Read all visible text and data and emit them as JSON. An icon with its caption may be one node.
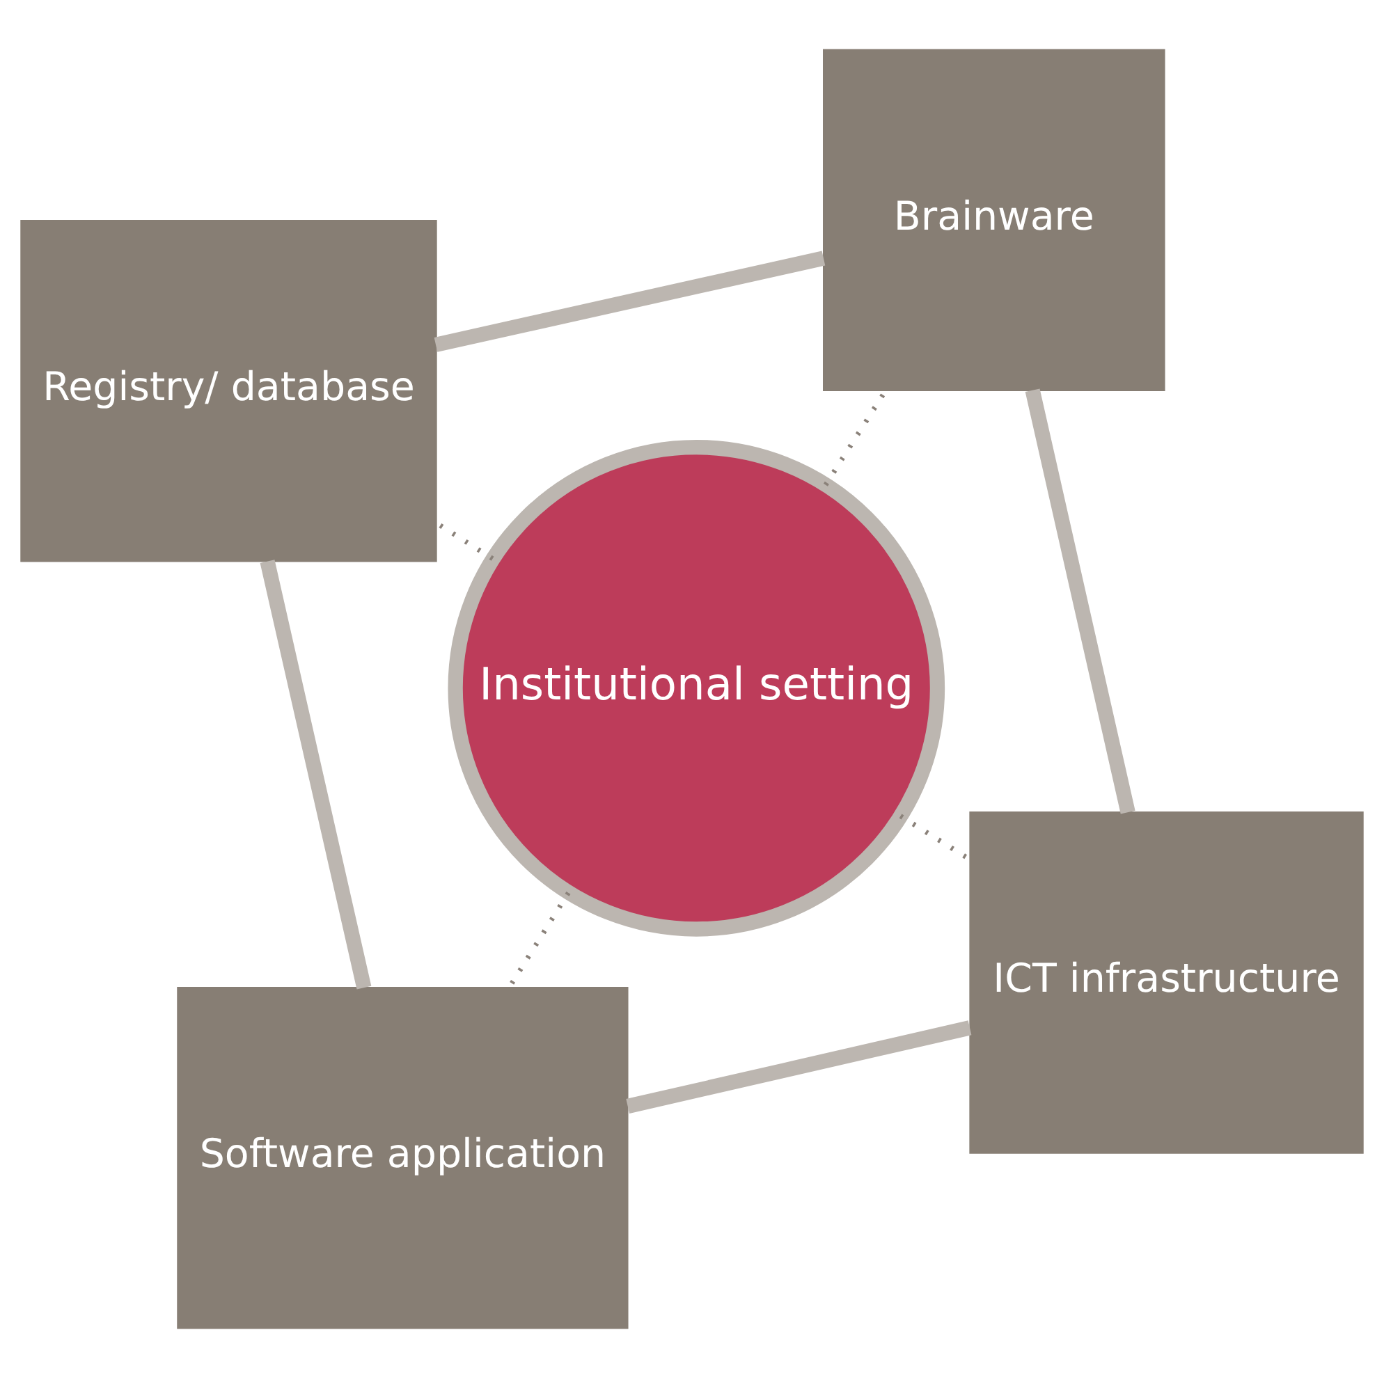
{
  "diagram": {
    "nodes": [
      {
        "text": [
          "Institutional setting"
        ]
      },
      {
        "text": [
          "ICT infrastructure"
        ]
      },
      {
        "text": [
          "Software application"
        ]
      },
      {
        "text": [
          "Registry/ database"
        ]
      },
      {
        "text": [
          "Brainware"
        ]
      }
    ],
    "edges": [
      {
        "from": 0,
        "to": 1,
        "arrow": "none",
        "style": "dashed"
      },
      {
        "from": 0,
        "to": 2,
        "arrow": "none",
        "style": "dashed"
      },
      {
        "from": 0,
        "to": 3,
        "arrow": "none",
        "style": "dashed"
      },
      {
        "from": 0,
        "to": 4,
        "arrow": "none",
        "style": "dashed"
      },
      {
        "from": 1,
        "to": 2,
        "arrow": "none",
        "style": "thick",
        "color": "#bcb6b0"
      },
      {
        "from": 2,
        "to": 3,
        "arrow": "none",
        "style": "thick",
        "color": "#bcb6b0"
      },
      {
        "from": 3,
        "to": 4,
        "arrow": "none",
        "style": "thick",
        "color": "#bcb6b0"
      },
      {
        "from": 4,
        "to": 1,
        "arrow": "none",
        "style": "thick",
        "color": "#bcb6b0"
      }
    ]
  }
}
